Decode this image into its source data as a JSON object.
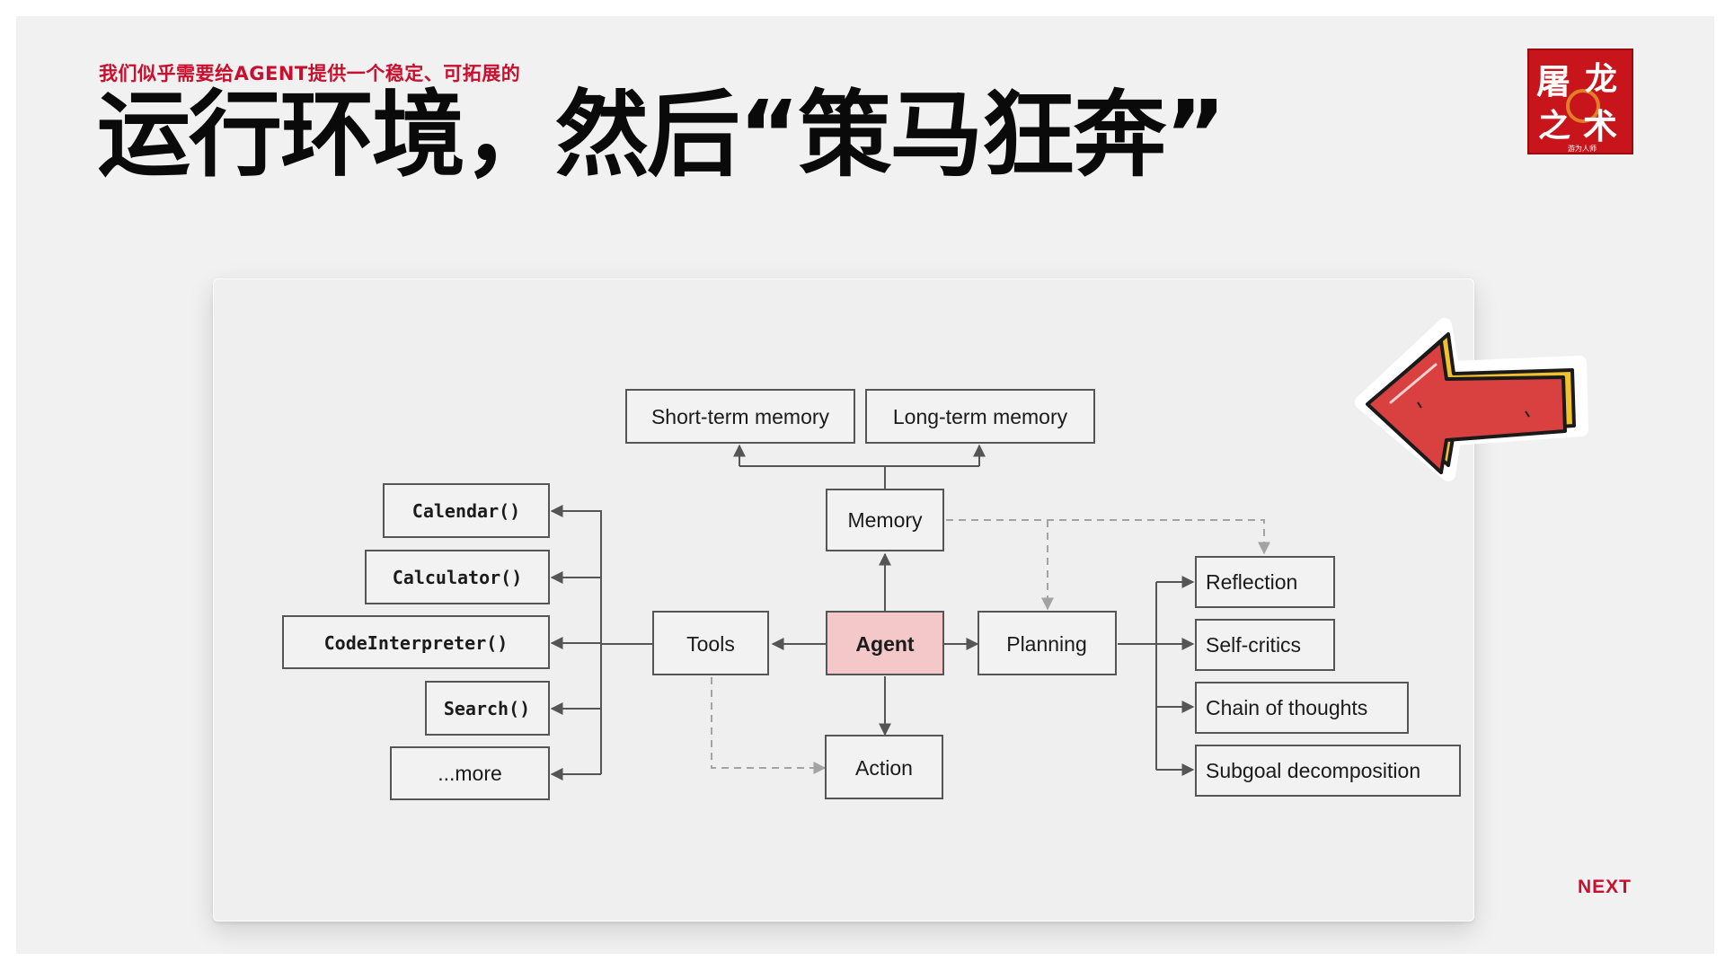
{
  "slide": {
    "subtitle": "我们似乎需要给AGENT提供一个稳定、可拓展的",
    "title": "运行环境，然后“策马狂奔”",
    "next_label": "NEXT",
    "colors": {
      "accent": "#c8102e",
      "agent_fill": "#f4c7c8",
      "logo_bg": "#c8151b"
    }
  },
  "logo": {
    "chars": [
      "屠",
      "龙",
      "之",
      "术"
    ],
    "small_text": "游为人师"
  },
  "sticker": {
    "icon": "left-arrow-icon"
  },
  "diagram": {
    "nodes": {
      "short_term_memory": "Short-term memory",
      "long_term_memory": "Long-term memory",
      "memory": "Memory",
      "agent": "Agent",
      "tools": "Tools",
      "planning": "Planning",
      "action": "Action",
      "calendar": "Calendar()",
      "calculator": "Calculator()",
      "code_interpreter": "CodeInterpreter()",
      "search": "Search()",
      "more": "...more",
      "reflection": "Reflection",
      "self_critics": "Self-critics",
      "chain_of_thoughts": "Chain of thoughts",
      "subgoal_decomposition": "Subgoal decomposition"
    }
  }
}
